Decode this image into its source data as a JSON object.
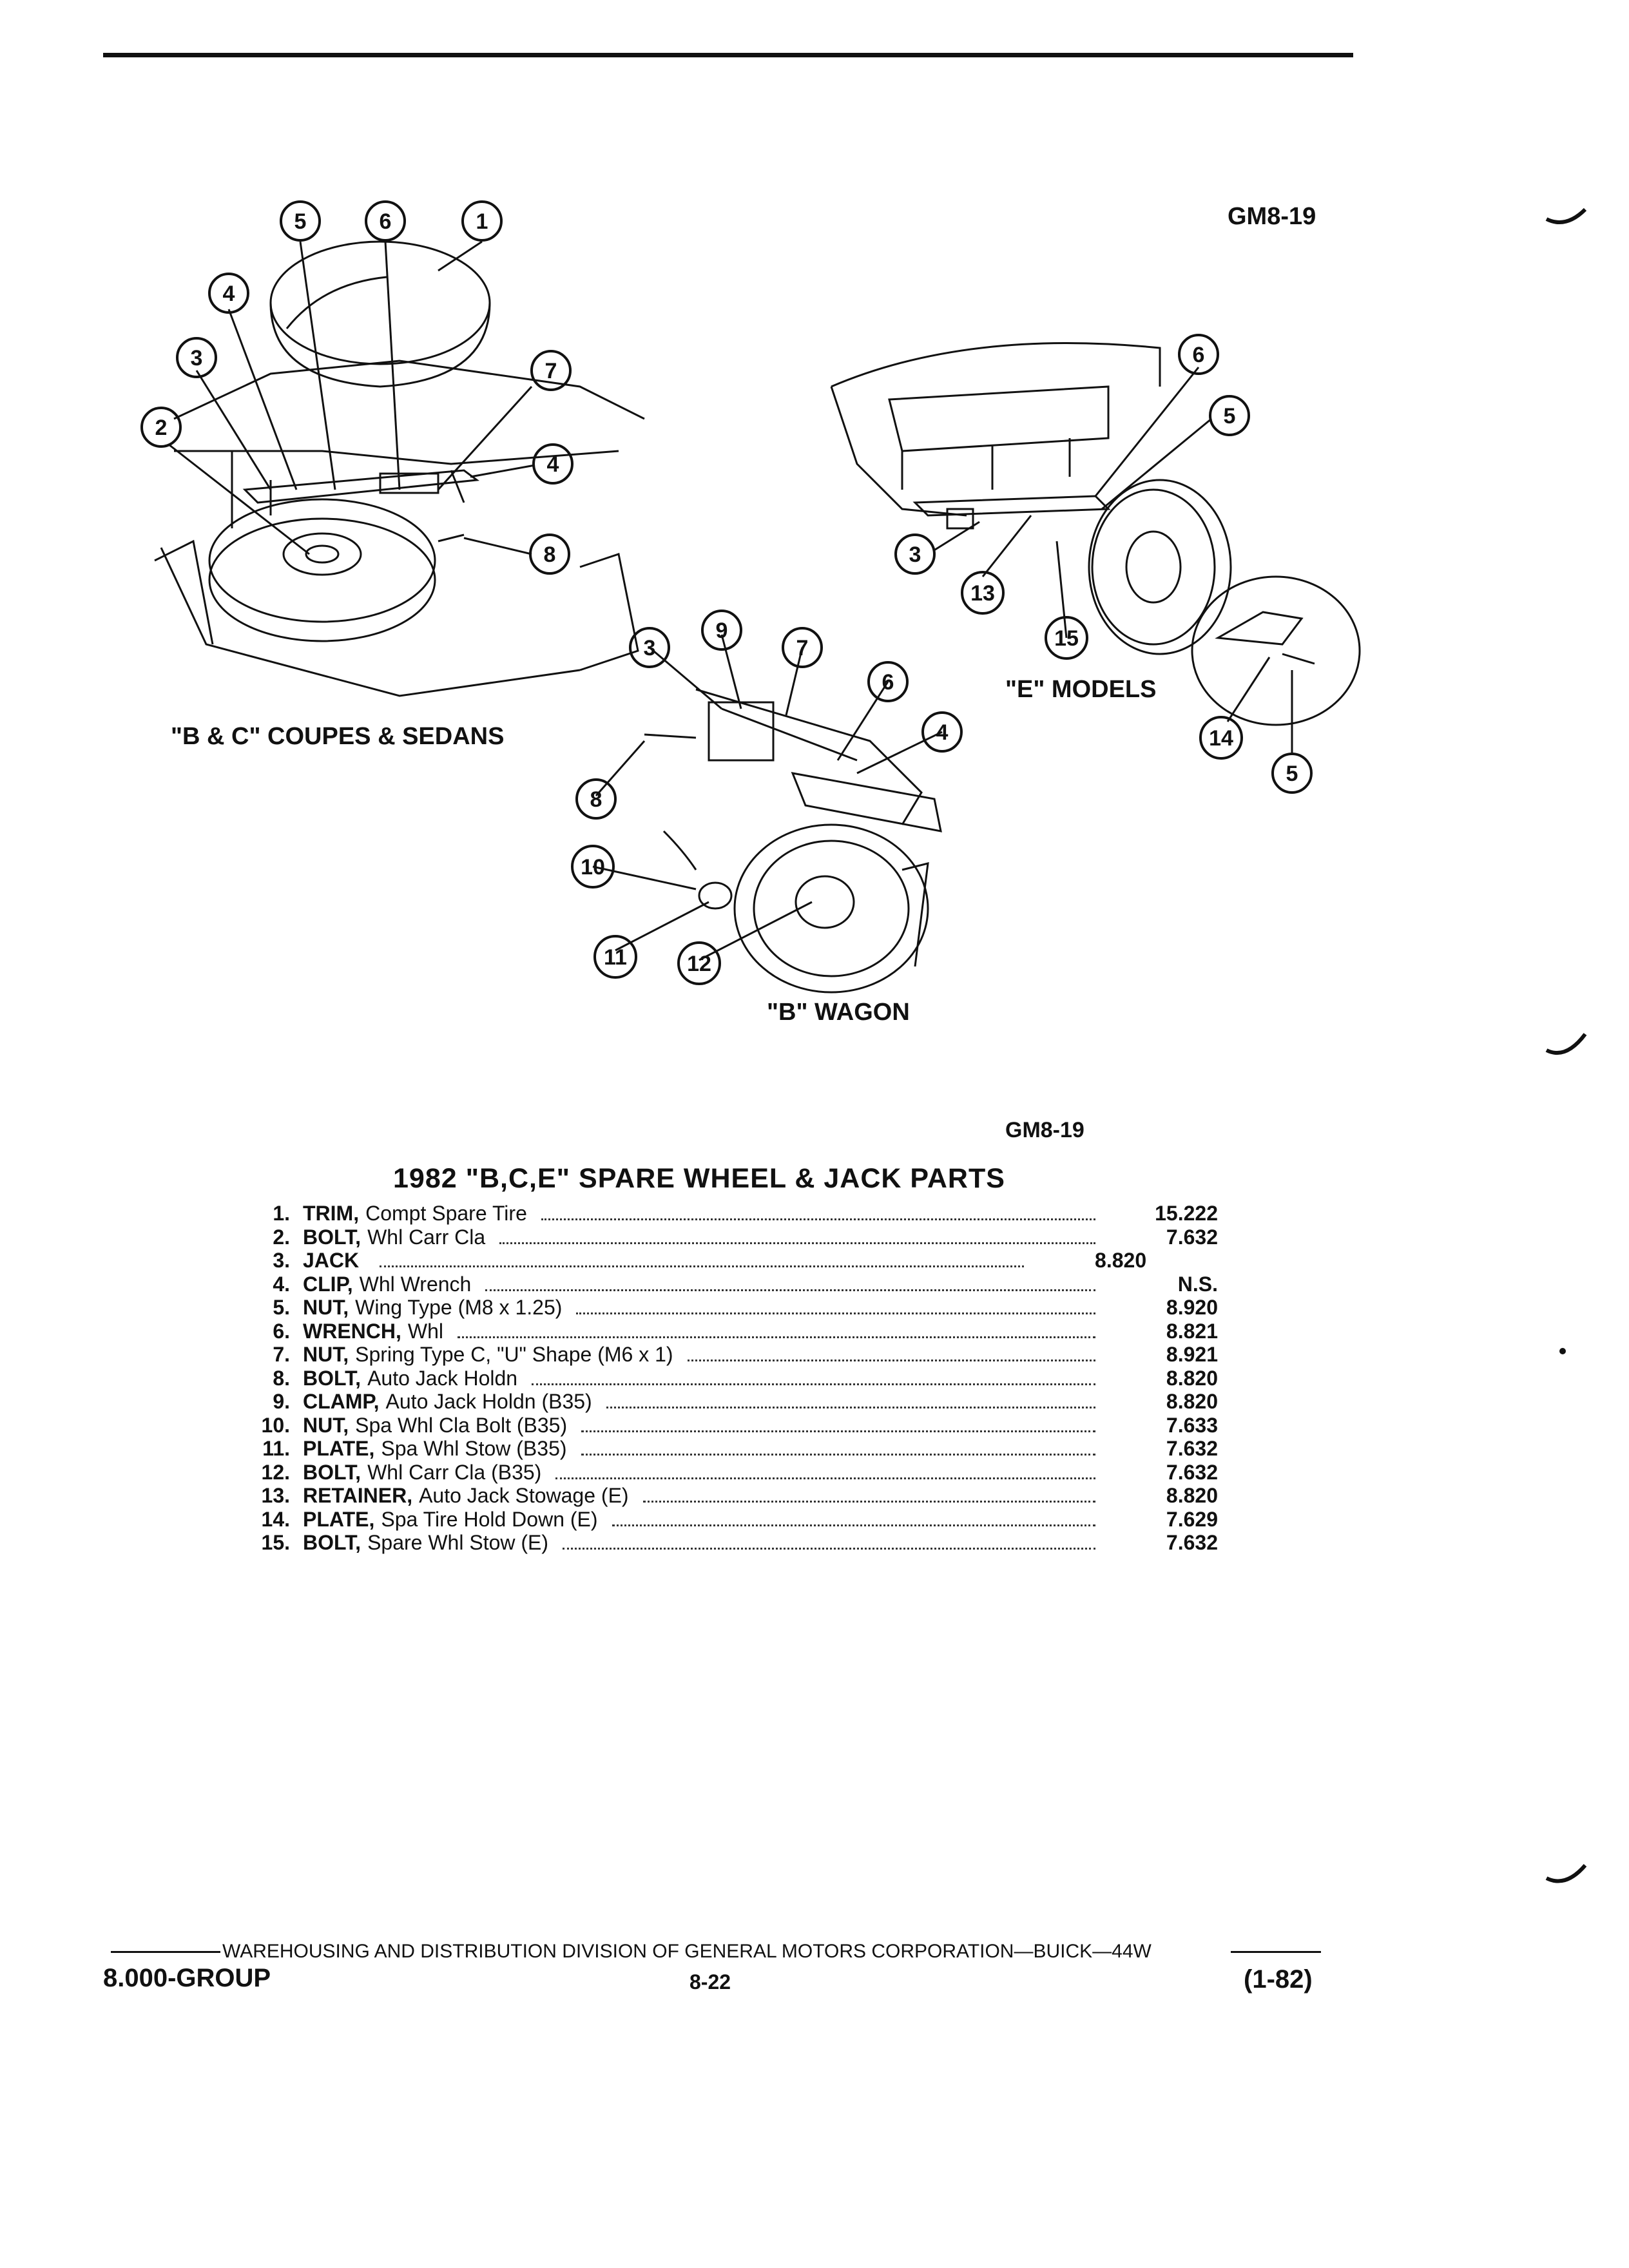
{
  "figure_code_top": "GM8-19",
  "figure_code_mid": "GM8-19",
  "view_labels": {
    "bc": "\"B & C\" COUPES & SEDANS",
    "e": "\"E\" MODELS",
    "wagon": "\"B\" WAGON"
  },
  "title": "1982 \"B,C,E\" SPARE WHEEL & JACK PARTS",
  "parts": [
    {
      "num": "1.",
      "name": "TRIM,",
      "desc": "Compt Spare Tire",
      "code": "15.222"
    },
    {
      "num": "2.",
      "name": "BOLT,",
      "desc": "Whl Carr Cla",
      "code": "7.632"
    },
    {
      "num": "3.",
      "name": "JACK",
      "desc": "",
      "code": "8.820"
    },
    {
      "num": "4.",
      "name": "CLIP,",
      "desc": "Whl Wrench",
      "code": "N.S."
    },
    {
      "num": "5.",
      "name": "NUT,",
      "desc": "Wing Type (M8 x 1.25)",
      "code": "8.920"
    },
    {
      "num": "6.",
      "name": "WRENCH,",
      "desc": "Whl",
      "code": "8.821"
    },
    {
      "num": "7.",
      "name": "NUT,",
      "desc": "Spring Type C, \"U\" Shape (M6 x 1)",
      "code": "8.921"
    },
    {
      "num": "8.",
      "name": "BOLT,",
      "desc": "Auto Jack Holdn",
      "code": "8.820"
    },
    {
      "num": "9.",
      "name": "CLAMP,",
      "desc": "Auto Jack Holdn (B35)",
      "code": "8.820"
    },
    {
      "num": "10.",
      "name": "NUT,",
      "desc": "Spa Whl Cla Bolt (B35)",
      "code": "7.633"
    },
    {
      "num": "11.",
      "name": "PLATE,",
      "desc": "Spa Whl Stow (B35)",
      "code": "7.632"
    },
    {
      "num": "12.",
      "name": "BOLT,",
      "desc": "Whl Carr Cla (B35)",
      "code": "7.632"
    },
    {
      "num": "13.",
      "name": "RETAINER,",
      "desc": "Auto Jack Stowage (E)",
      "code": "8.820"
    },
    {
      "num": "14.",
      "name": "PLATE,",
      "desc": "Spa Tire Hold Down (E)",
      "code": "7.629"
    },
    {
      "num": "15.",
      "name": "BOLT,",
      "desc": "Spare Whl Stow (E)",
      "code": "7.632"
    }
  ],
  "callouts": [
    "1",
    "2",
    "3",
    "4",
    "5",
    "6",
    "7",
    "8",
    "9",
    "10",
    "11",
    "12",
    "13",
    "14",
    "15"
  ],
  "footer": {
    "division": "WAREHOUSING AND DISTRIBUTION  DIVISION OF GENERAL MOTORS CORPORATION—BUICK—44W",
    "group": "8.000-GROUP",
    "page": "8-22",
    "date": "(1-82)"
  }
}
